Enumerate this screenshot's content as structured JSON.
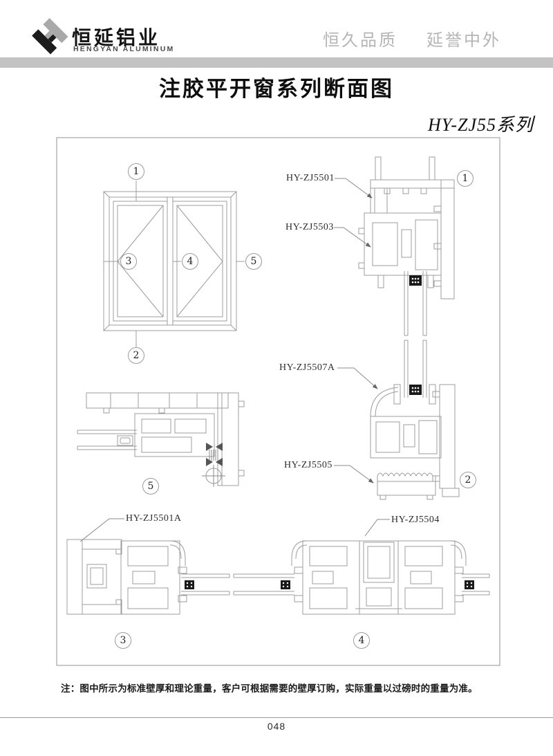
{
  "header": {
    "company_name": "恒延铝业",
    "company_name_en": "HENGYAN ALUMINUM",
    "slogan_left": "恒久品质",
    "slogan_right": "延誉中外",
    "logo_icon": "hengyan-monogram-diamond",
    "colors": {
      "logo_black": "#1c1c1c",
      "logo_gray": "#a9a9a9",
      "divider_gray": "#c3c3c3",
      "slogan_gray": "#b5b5b5"
    }
  },
  "document": {
    "title": "注胶平开窗系列断面图",
    "series": "HY-ZJ55系列",
    "note": "注：图中所示为标准壁厚和理论重量，客户可根据需要的壁厚订购，实际重量以过磅时的重量为准。",
    "page_number": "048"
  },
  "diagram": {
    "line_color": "#9c9c9c",
    "part_labels": [
      {
        "id": "hy-zj5501",
        "text": "HY-ZJ5501"
      },
      {
        "id": "hy-zj5503",
        "text": "HY-ZJ5503"
      },
      {
        "id": "hy-zj5507a",
        "text": "HY-ZJ5507A"
      },
      {
        "id": "hy-zj5505",
        "text": "HY-ZJ5505"
      },
      {
        "id": "hy-zj5501a",
        "text": "HY-ZJ5501A"
      },
      {
        "id": "hy-zj5504",
        "text": "HY-ZJ5504"
      }
    ],
    "section_markers": {
      "elevation_top": "1",
      "elevation_bottom": "2",
      "elevation_left": "3",
      "elevation_center": "4",
      "elevation_right": "5",
      "section_top_right": "1",
      "section_bottom_right": "2",
      "section_mid_left": "5",
      "section_bottom_left": "3",
      "section_bottom_center": "4"
    }
  }
}
